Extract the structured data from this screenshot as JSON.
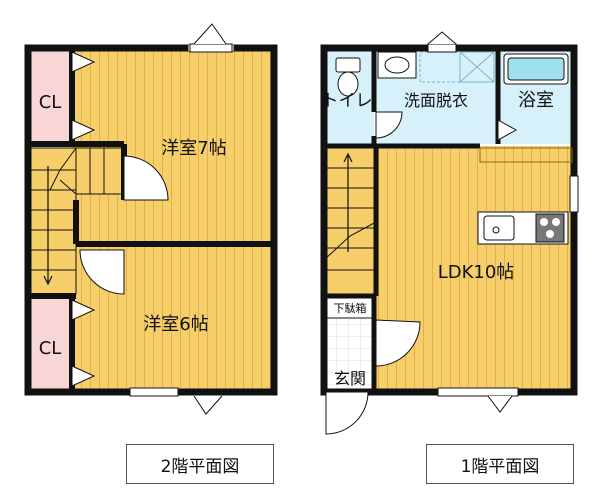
{
  "floor2": {
    "caption": "2階平面図",
    "rooms": {
      "western_7": "洋室7帖",
      "western_6": "洋室6帖",
      "closet_top": "CL",
      "closet_bottom": "CL"
    }
  },
  "floor1": {
    "caption": "1階平面図",
    "rooms": {
      "toilet": "トイレ",
      "washroom": "洗面脱衣",
      "bathroom": "浴室",
      "ldk": "LDK10帖",
      "shoe_box": "下駄箱",
      "entrance": "玄関"
    }
  },
  "colors": {
    "wood_floor": "#f7cf6a",
    "wood_stripe": "#e3b14c",
    "closet": "#f9d6d6",
    "wet_area": "#d7f1fa",
    "wall": "#111111"
  }
}
